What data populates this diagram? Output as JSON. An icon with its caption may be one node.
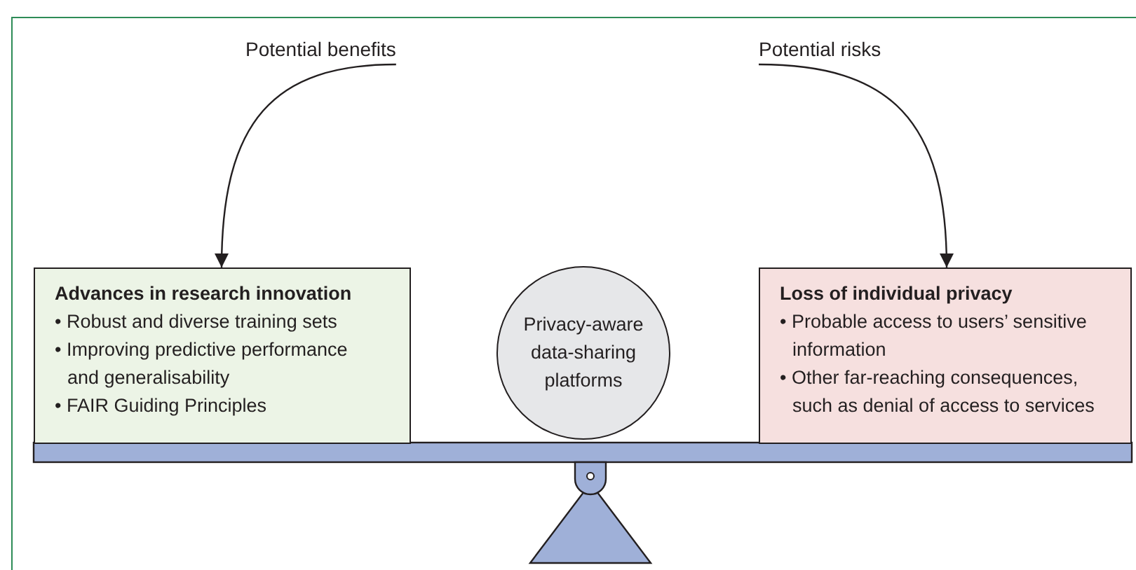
{
  "diagram": {
    "nodes": [
      {
        "text": [
          "Potential benefits"
        ]
      },
      {
        "text": [
          "Potential risks"
        ]
      },
      {
        "text": [
          "Advances in research innovation",
          "• Robust and diverse training sets",
          "• Improving predictive performance and generalisability",
          "• FAIR Guiding Principles"
        ]
      },
      {
        "text": [
          "Privacy-aware data-sharing platforms"
        ]
      },
      {
        "text": [
          "Loss of individual privacy",
          "• Probable access to users’ sensitive information",
          "• Other far-reaching consequences, such as denial of access to services"
        ]
      }
    ],
    "edges": [
      {
        "from": 0,
        "to": 2,
        "arrow": "to"
      },
      {
        "from": 1,
        "to": 4,
        "arrow": "to"
      }
    ]
  }
}
